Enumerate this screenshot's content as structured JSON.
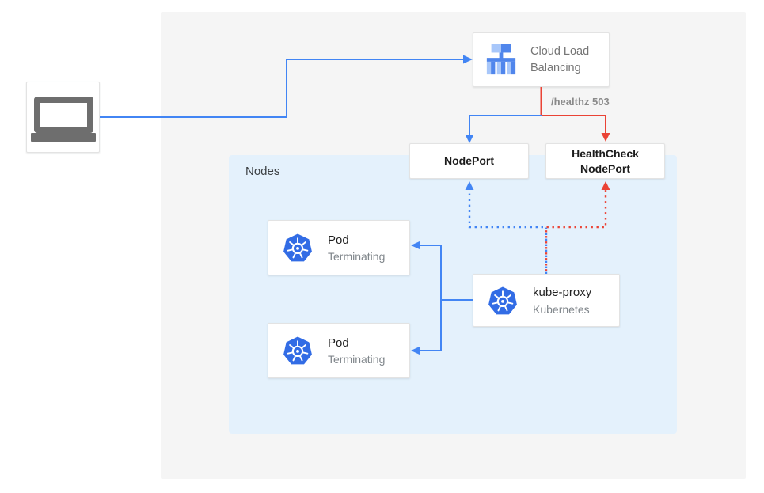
{
  "colors": {
    "blue": "#4285f4",
    "red": "#ea4335",
    "k8s_blue": "#326ce5",
    "icon_gray": "#6e6e6e",
    "panel_bg": "#f5f5f5",
    "nodes_bg": "#e4f1fc",
    "box_border": "#e3e3e3",
    "text_primary": "#212121",
    "text_secondary": "#757575",
    "lb_dark": "#5086ec",
    "lb_light": "#a8c7fa"
  },
  "clb": {
    "label": "Cloud Load Balancing"
  },
  "healthz_label": "/healthz 503",
  "nodeport": {
    "label": "NodePort"
  },
  "healthcheck_nodeport": {
    "label": "HealthCheck NodePort"
  },
  "nodes": {
    "title": "Nodes",
    "pods": [
      {
        "title": "Pod",
        "subtitle": "Terminating"
      },
      {
        "title": "Pod",
        "subtitle": "Terminating"
      }
    ],
    "kube_proxy": {
      "title": "kube-proxy",
      "subtitle": "Kubernetes"
    }
  }
}
